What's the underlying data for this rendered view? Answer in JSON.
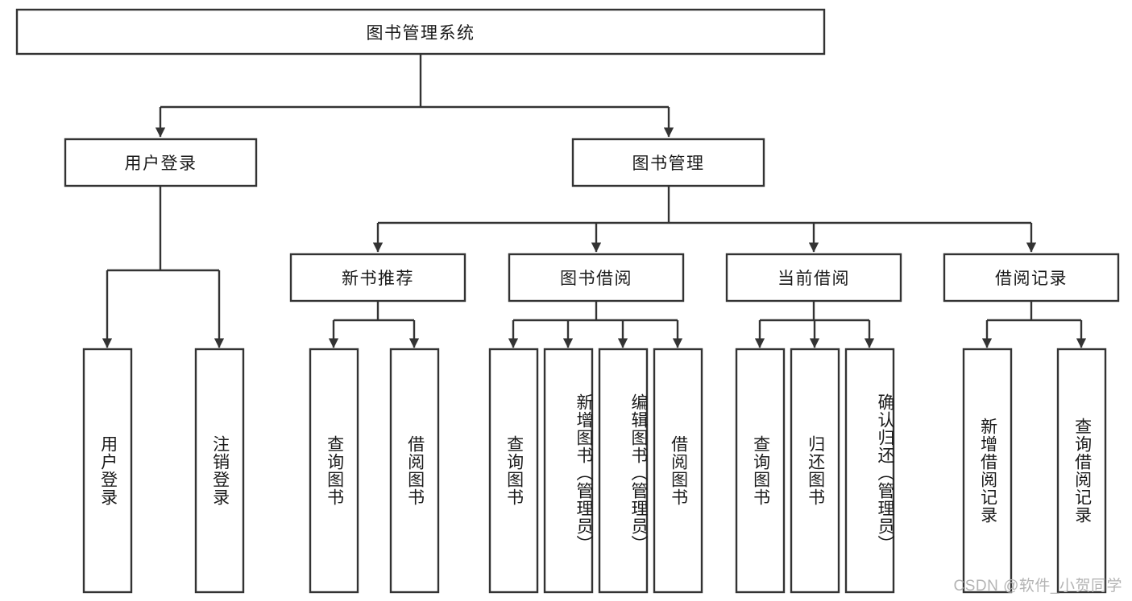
{
  "diagram": {
    "type": "tree-hierarchy",
    "title": "图书管理系统",
    "orientation": "top-down",
    "line_color": "#333333",
    "box_fill": "#ffffff",
    "text_color": "#1a1a1a",
    "watermark": "CSDN @软件_小贺同学",
    "root": {
      "label": "图书管理系统"
    },
    "level2": [
      {
        "label": "用户登录"
      },
      {
        "label": "图书管理"
      }
    ],
    "level3": [
      {
        "label": "新书推荐"
      },
      {
        "label": "图书借阅"
      },
      {
        "label": "当前借阅"
      },
      {
        "label": "借阅记录"
      }
    ],
    "leaves_user_login": [
      {
        "label": "用户登录"
      },
      {
        "label": "注销登录"
      }
    ],
    "leaves_new_book": [
      {
        "label": "查询图书"
      },
      {
        "label": "借阅图书"
      }
    ],
    "leaves_borrow": [
      {
        "label": "查询图书"
      },
      {
        "label": "新增图书（管理员）"
      },
      {
        "label": "编辑图书（管理员）"
      },
      {
        "label": "借阅图书"
      }
    ],
    "leaves_current": [
      {
        "label": "查询图书"
      },
      {
        "label": "归还图书"
      },
      {
        "label": "确认归还（管理员）"
      }
    ],
    "leaves_records": [
      {
        "label": "新增借阅记录"
      },
      {
        "label": "查询借阅记录"
      }
    ]
  }
}
